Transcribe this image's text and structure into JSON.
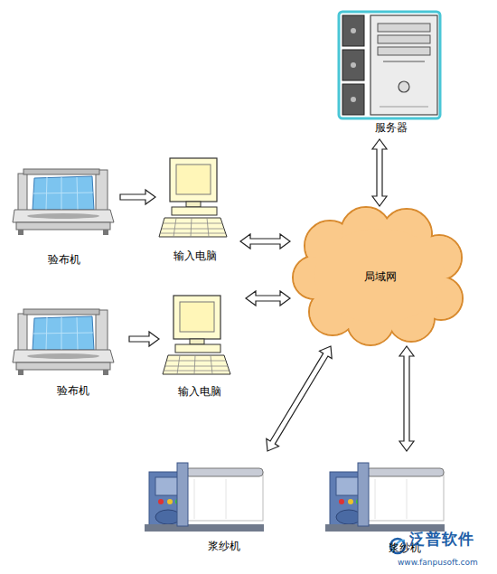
{
  "diagram": {
    "nodes": [
      {
        "text": [
          "服务器"
        ]
      },
      {
        "text": [
          "验布机"
        ]
      },
      {
        "text": [
          "输入电脑"
        ]
      },
      {
        "text": [
          "局域网"
        ]
      },
      {
        "text": [
          "验布机"
        ]
      },
      {
        "text": [
          "输入电脑"
        ]
      },
      {
        "text": [
          "浆纱机"
        ]
      },
      {
        "text": [
          "浆纱机"
        ]
      }
    ],
    "edges": [
      {
        "from": 1,
        "to": 2,
        "arrow": "to"
      },
      {
        "from": 4,
        "to": 5,
        "arrow": "to"
      },
      {
        "from": 0,
        "to": 3,
        "arrow": "both"
      },
      {
        "from": 2,
        "to": 3,
        "arrow": "both"
      },
      {
        "from": 5,
        "to": 3,
        "arrow": "both"
      },
      {
        "from": 3,
        "to": 6,
        "arrow": "both"
      },
      {
        "from": 3,
        "to": 7,
        "arrow": "both"
      }
    ],
    "labels": [
      "泛普软件",
      "www.fanpusoft.com"
    ]
  }
}
